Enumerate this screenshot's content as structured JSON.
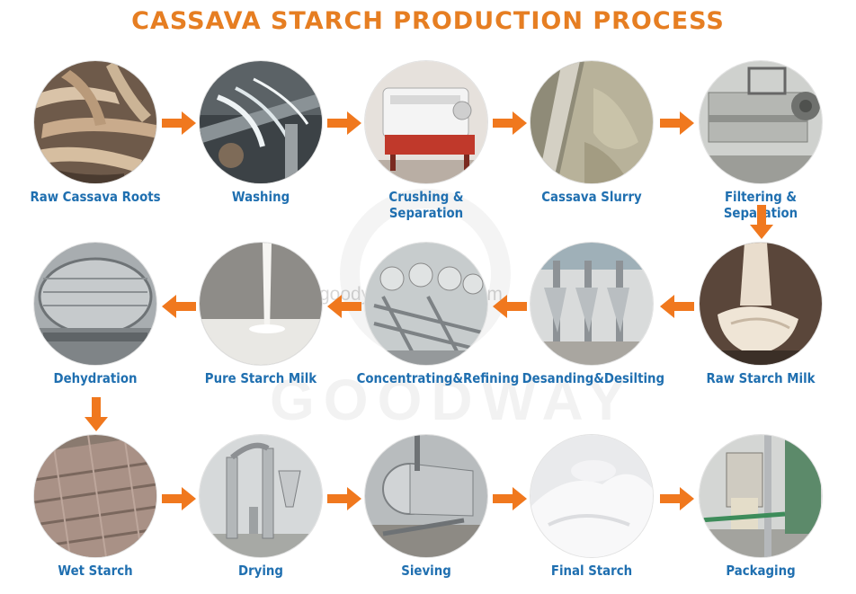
{
  "title": "CASSAVA STARCH PRODUCTION PROCESS",
  "watermark": {
    "text": "goody.en.alibaba.com",
    "brand": "GOODWAY"
  },
  "colors": {
    "title": "#e67e22",
    "label": "#1f6fb0",
    "arrow": "#f0781e"
  },
  "steps": [
    {
      "label": "Raw Cassava Roots",
      "icon": "cassava-roots-photo"
    },
    {
      "label": "Washing",
      "icon": "washing-machine-photo"
    },
    {
      "label": "Crushing & Separation",
      "icon": "crusher-photo"
    },
    {
      "label": "Cassava Slurry",
      "icon": "slurry-photo"
    },
    {
      "label": "Filtering & Separation",
      "icon": "filter-machine-photo"
    },
    {
      "label": "Raw Starch Milk",
      "icon": "raw-starch-milk-photo"
    },
    {
      "label": "Desanding&Desilting",
      "icon": "hydrocyclone-photo"
    },
    {
      "label": "Concentrating&Refining",
      "icon": "refining-station-photo"
    },
    {
      "label": "Pure Starch Milk",
      "icon": "pure-starch-milk-photo"
    },
    {
      "label": "Dehydration",
      "icon": "vacuum-filter-photo"
    },
    {
      "label": "Wet Starch",
      "icon": "wet-starch-photo"
    },
    {
      "label": "Drying",
      "icon": "flash-dryer-photo"
    },
    {
      "label": "Sieving",
      "icon": "sieve-machine-photo"
    },
    {
      "label": "Final Starch",
      "icon": "final-starch-photo"
    },
    {
      "label": "Packaging",
      "icon": "packaging-machine-photo"
    }
  ]
}
